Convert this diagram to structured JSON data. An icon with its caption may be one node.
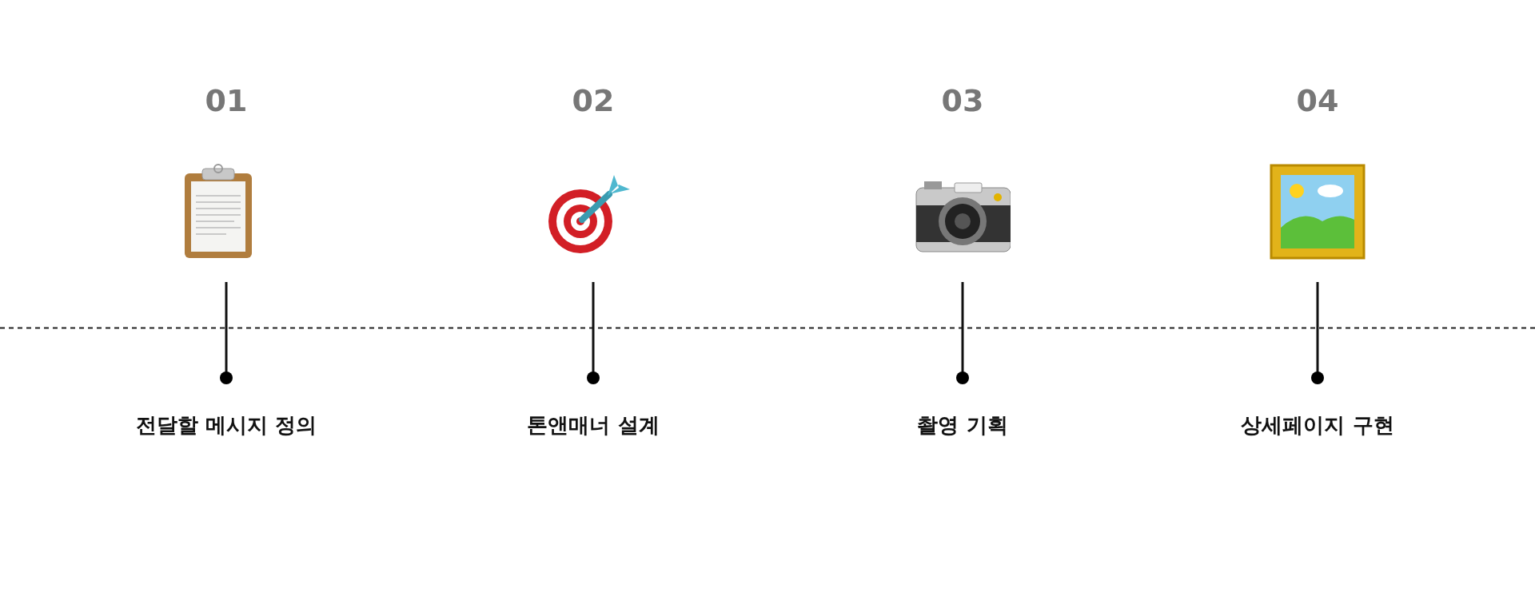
{
  "diagram": {
    "labels": [
      "01",
      "02",
      "03",
      "04",
      "전달할 메시지 정의",
      "톤앤매너 설계",
      "촬영 기획",
      "상세페이지 구현"
    ]
  }
}
